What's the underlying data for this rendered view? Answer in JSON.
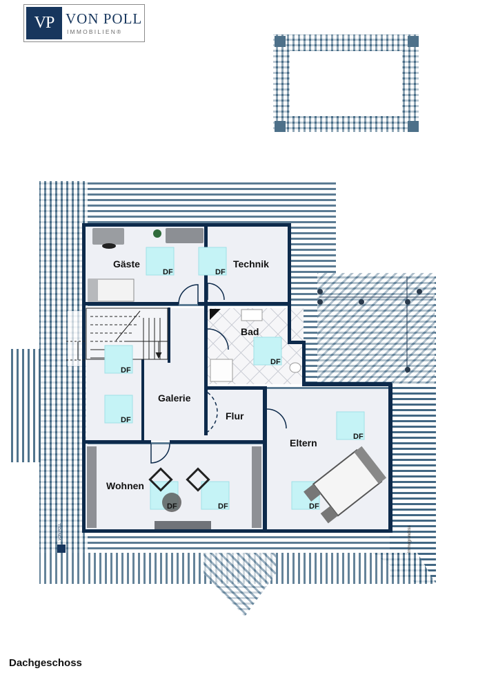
{
  "logo": {
    "mark": "VP",
    "name": "VON POLL",
    "subtitle": "IMMOBILIEN®"
  },
  "floor_caption": "Dachgeschoss",
  "rooms": {
    "gaeste": "Gäste",
    "technik": "Technik",
    "bad": "Bad",
    "galerie": "Galerie",
    "flur": "Flur",
    "eltern": "Eltern",
    "wohnen": "Wohnen"
  },
  "window_label": "DF",
  "watermark": {
    "brand": "VON POLL",
    "credit": "Immogrundriss"
  },
  "colors": {
    "wall": "#0d2a4b",
    "floor": "#eef0f5",
    "roof": "#2e5670",
    "window": "#c5f3f6",
    "tile": "#cfd3da"
  }
}
